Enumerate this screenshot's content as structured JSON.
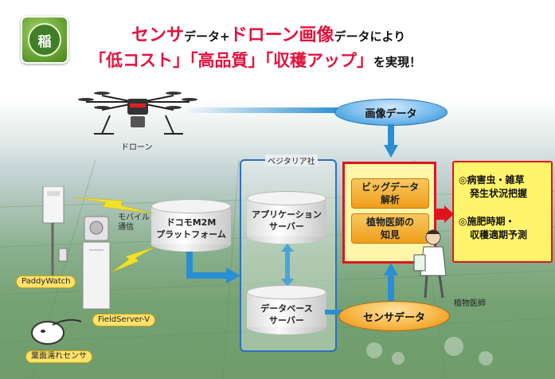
{
  "header": {
    "badge": "稲",
    "line1_sensor": "センサ",
    "line1_data1": "データ+",
    "line1_drone": "ドローン画像",
    "line1_rest": "データにより",
    "line2_brackets": "「低コスト」「高品質」「収穫アップ」",
    "line2_rest": "を実現！"
  },
  "drone": {
    "label": "ドローン"
  },
  "image_data": {
    "label": "画像データ"
  },
  "vegitalia": {
    "label": "ベジタリア社"
  },
  "app_server": {
    "label_1": "アプリケーション",
    "label_2": "サーバー"
  },
  "db_server": {
    "label_1": "データベース",
    "label_2": "サーバー"
  },
  "docomo": {
    "label_1": "ドコモM2M",
    "label_2": "プラットフォーム"
  },
  "mobile": {
    "label_1": "モバイル",
    "label_2": "通信"
  },
  "devices": {
    "paddywatch": "PaddyWatch",
    "fieldserver": "FieldServer-V",
    "leaf_sensor": "葉面濡れセンサ"
  },
  "analysis": {
    "bigdata_1": "ビッグデータ",
    "bigdata_2": "解析",
    "doctor_1": "植物医師の",
    "doctor_2": "知見"
  },
  "sensor_data": {
    "label": "センサデータ"
  },
  "doctor_label": "植物医師",
  "results": {
    "item1_line1": "◎病害虫・雑草",
    "item1_line2": "発生状況把握",
    "item2_line1": "◎施肥時期・",
    "item2_line2": "収穫適期予測"
  },
  "colors": {
    "accent_red": "#e3133d",
    "arrow_blue": "#2a8fd2",
    "result_yellow": "#fff46b",
    "box_red": "#e1141e"
  }
}
